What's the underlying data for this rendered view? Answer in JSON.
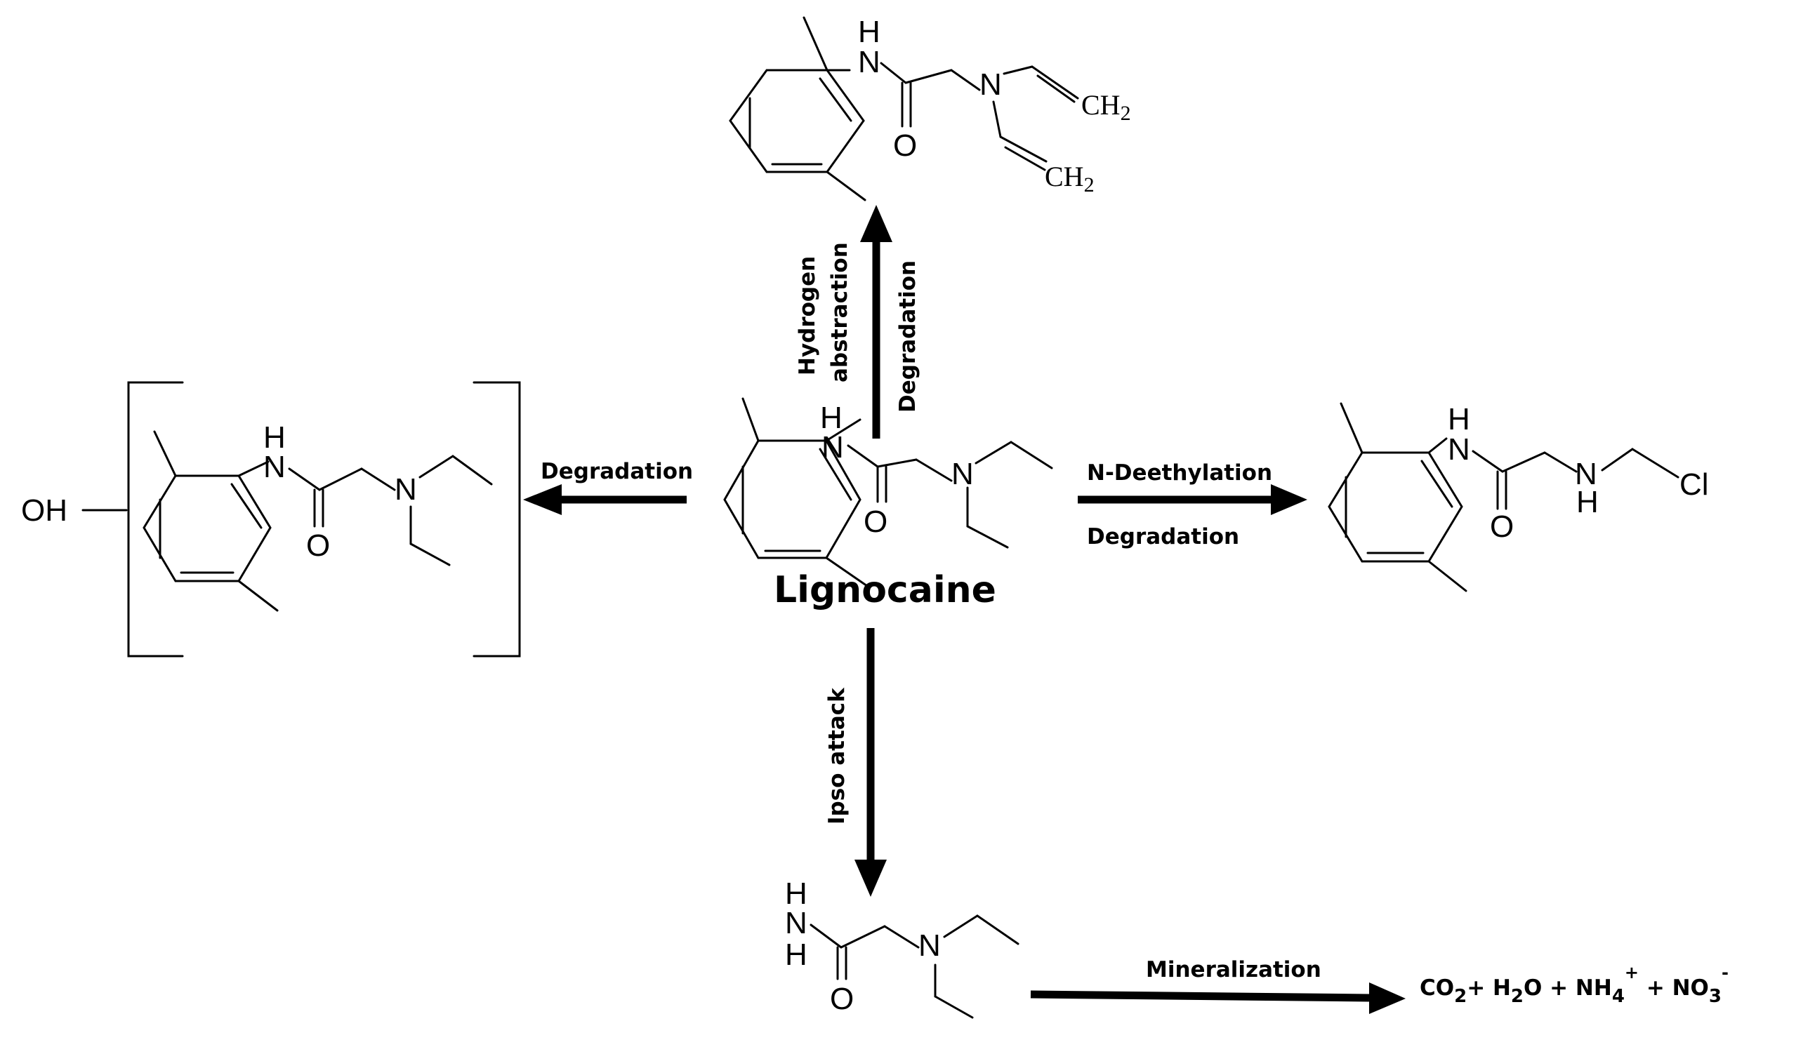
{
  "center_compound": {
    "name": "Lignocaine"
  },
  "atoms": {
    "nh_h": "H",
    "nh_n": "N",
    "oxygen": "O",
    "amine_n": "N",
    "ch2": "CH",
    "ch2_sub": "2",
    "cl": "Cl",
    "oh": "OH"
  },
  "pathways": {
    "top": {
      "label_a_line1": "Hydrogen",
      "label_a_line2": "abstraction",
      "label_b": "Degradation"
    },
    "left": {
      "label": "Degradation"
    },
    "right": {
      "label_top": "N-Deethylation",
      "label_bottom": "Degradation"
    },
    "bottom": {
      "label": "Ipso attack"
    },
    "final": {
      "label": "Mineralization"
    }
  },
  "products": {
    "mineralization": {
      "co": "CO",
      "co_sub": "2",
      "plus1": "+ H",
      "h2o_sub": "2",
      "o": "O",
      "plus2": " + NH",
      "nh_sub": "4",
      "nh_sup": "+",
      "plus3": " + NO",
      "no_sub": "3",
      "no_sup": "-"
    }
  }
}
